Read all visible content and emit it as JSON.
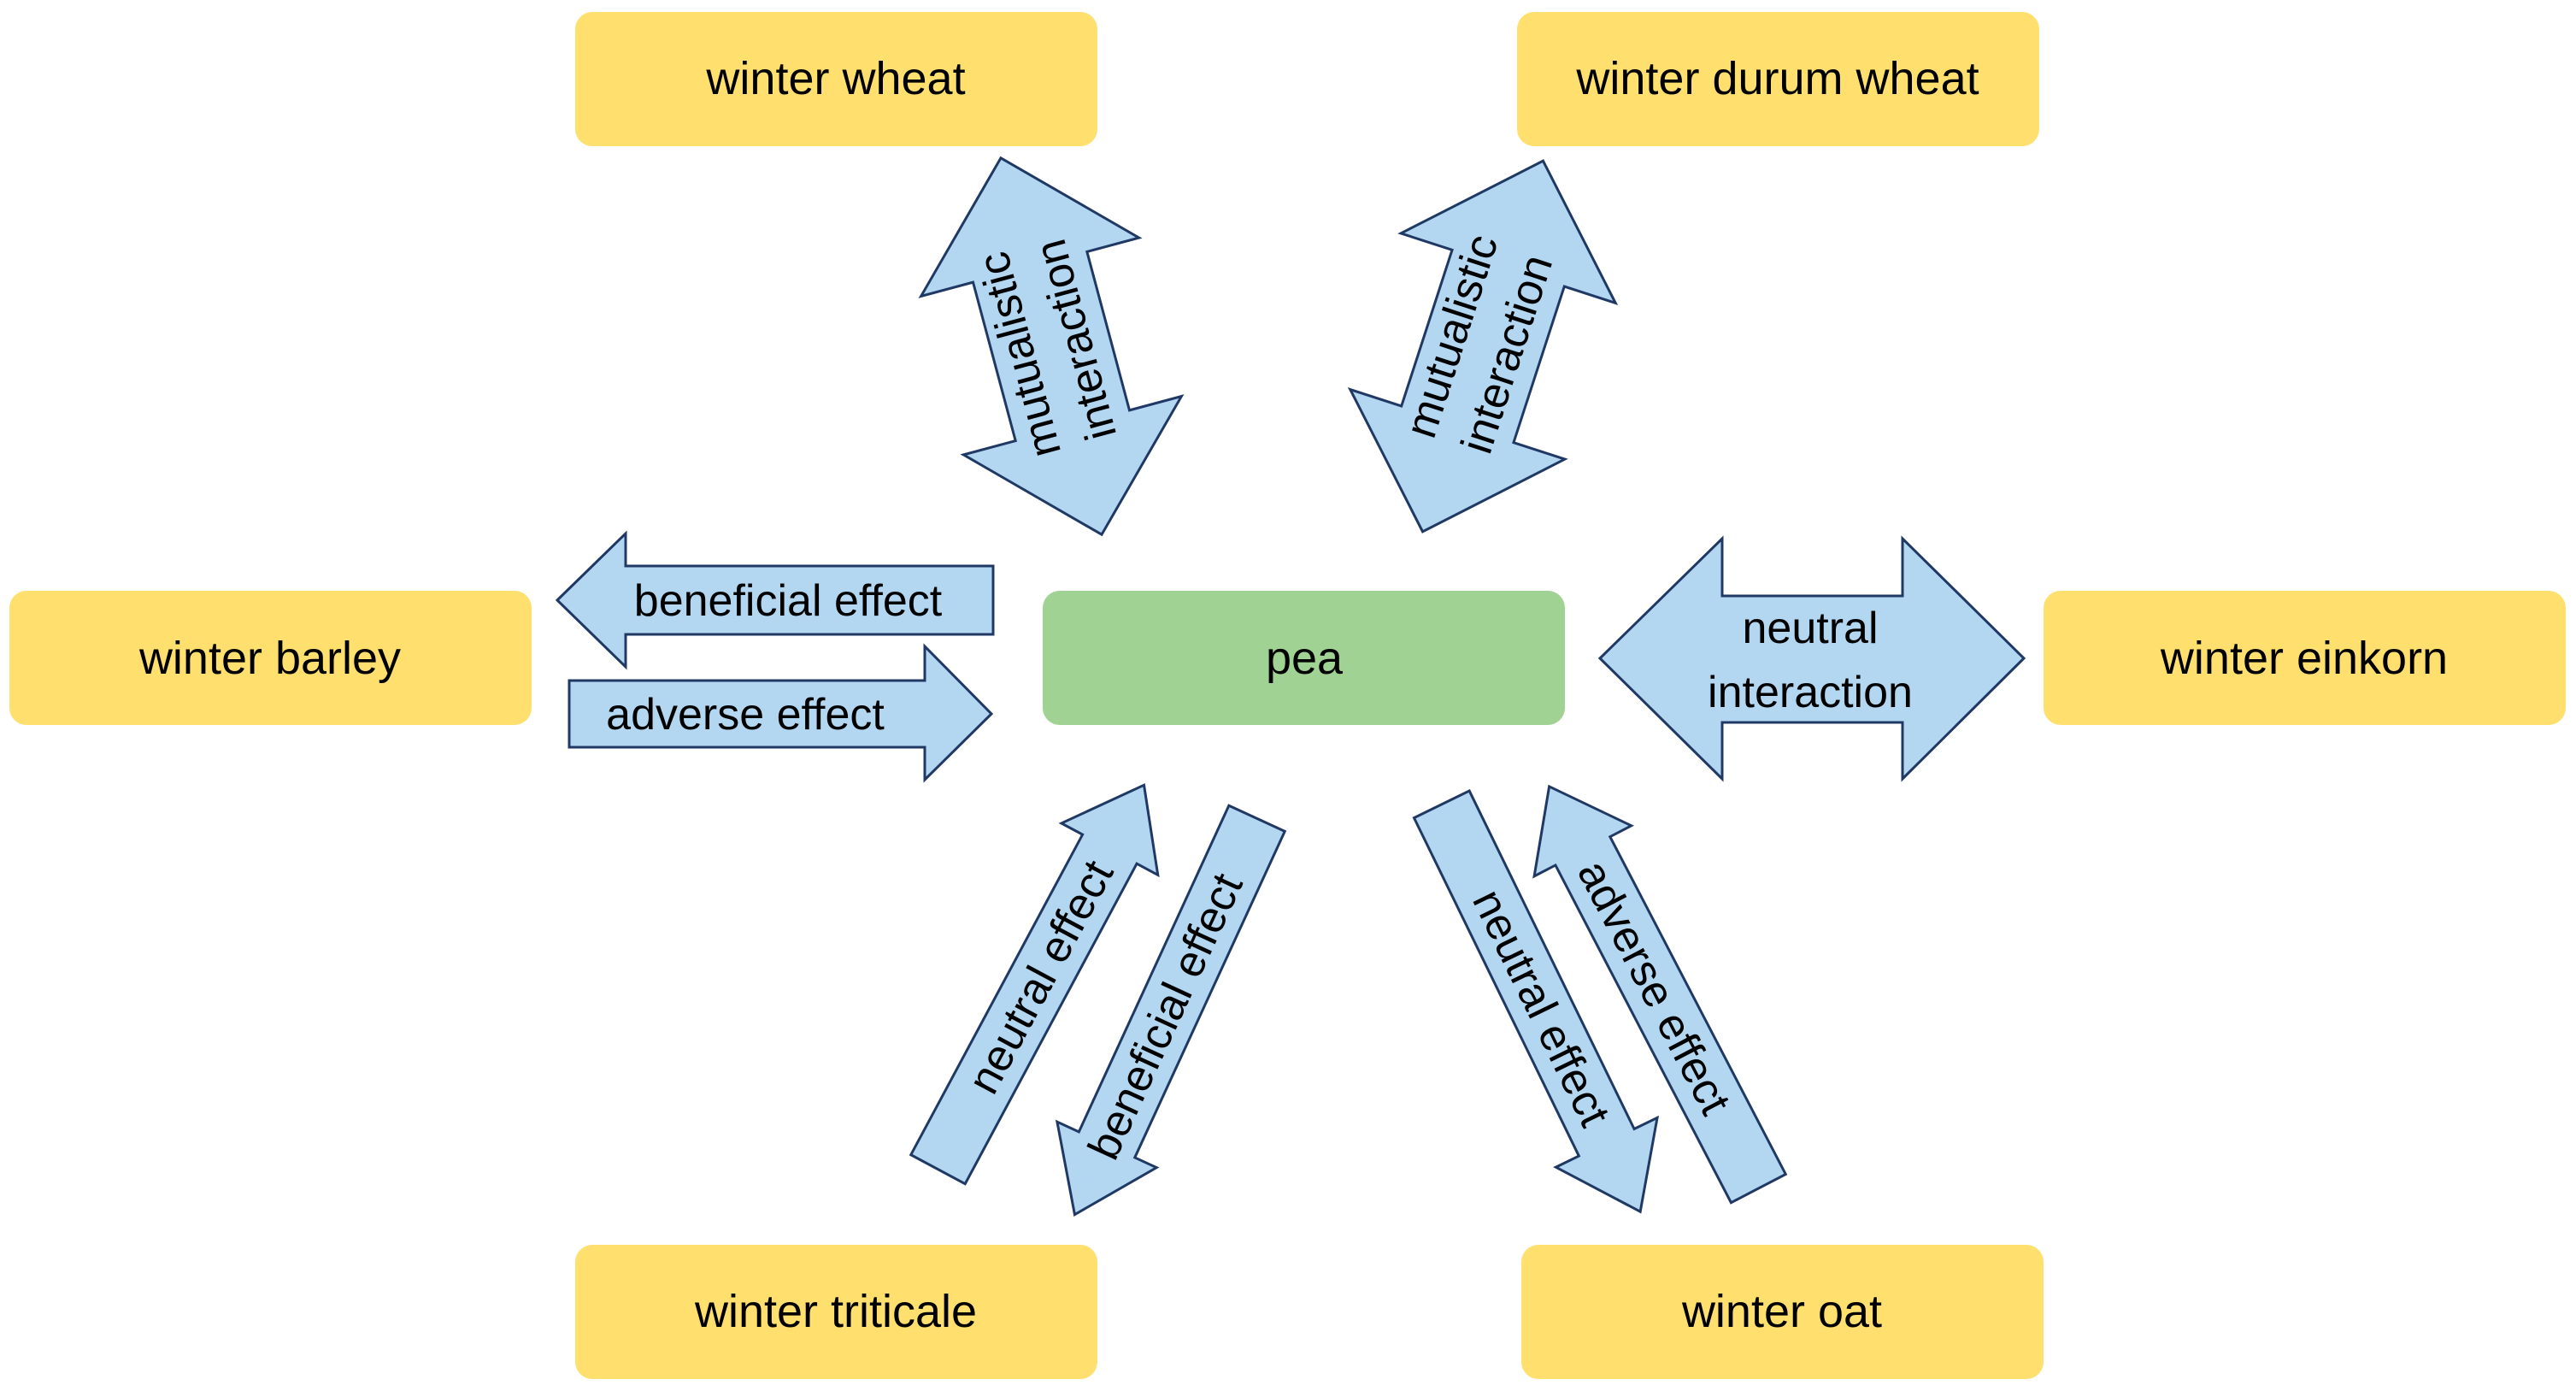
{
  "colors": {
    "cereal_box": "#FFE06E",
    "pea_box": "#A0D293",
    "arrow_fill": "#B3D7F1",
    "arrow_stroke": "#1F3864"
  },
  "nodes": {
    "pea": "pea",
    "winter_wheat": "winter wheat",
    "winter_durum_wheat": "winter durum wheat",
    "winter_barley": "winter barley",
    "winter_einkorn": "winter einkorn",
    "winter_triticale": "winter triticale",
    "winter_oat": "winter oat"
  },
  "arrows": {
    "wheat_pea": {
      "line1": "mutualistic",
      "line2": "interaction"
    },
    "durum_pea": {
      "line1": "mutualistic",
      "line2": "interaction"
    },
    "barley_beneficial": "beneficial effect",
    "barley_adverse": "adverse effect",
    "einkorn_neutral": {
      "line1": "neutral",
      "line2": "interaction"
    },
    "triticale_neutral": "neutral effect",
    "triticale_beneficial": "beneficial effect",
    "oat_neutral": "neutral effect",
    "oat_adverse": "adverse effect"
  }
}
